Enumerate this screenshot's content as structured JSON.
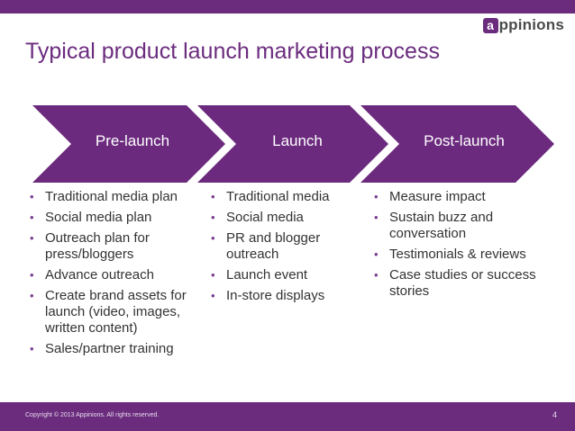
{
  "brand": {
    "logo_letter": "a",
    "logo_text": "ppinions"
  },
  "title": "Typical product launch marketing process",
  "colors": {
    "brand_purple": "#6b2c7e",
    "chevron_purple": "#6b2a7e"
  },
  "phases": [
    {
      "label": "Pre-launch",
      "items": [
        "Traditional media plan",
        "Social media plan",
        "Outreach plan for press/bloggers",
        "Advance outreach",
        "Create brand assets for launch (video, images, written content)",
        "Sales/partner training"
      ]
    },
    {
      "label": "Launch",
      "items": [
        "Traditional media",
        "Social media",
        "PR and blogger outreach",
        "Launch event",
        "In-store displays"
      ]
    },
    {
      "label": "Post-launch",
      "items": [
        "Measure impact",
        "Sustain buzz and conversation",
        "Testimonials & reviews",
        "Case studies or success stories"
      ]
    }
  ],
  "footer": {
    "copyright": "Copyright © 2013 Appinions. All rights reserved.",
    "page_number": "4"
  }
}
